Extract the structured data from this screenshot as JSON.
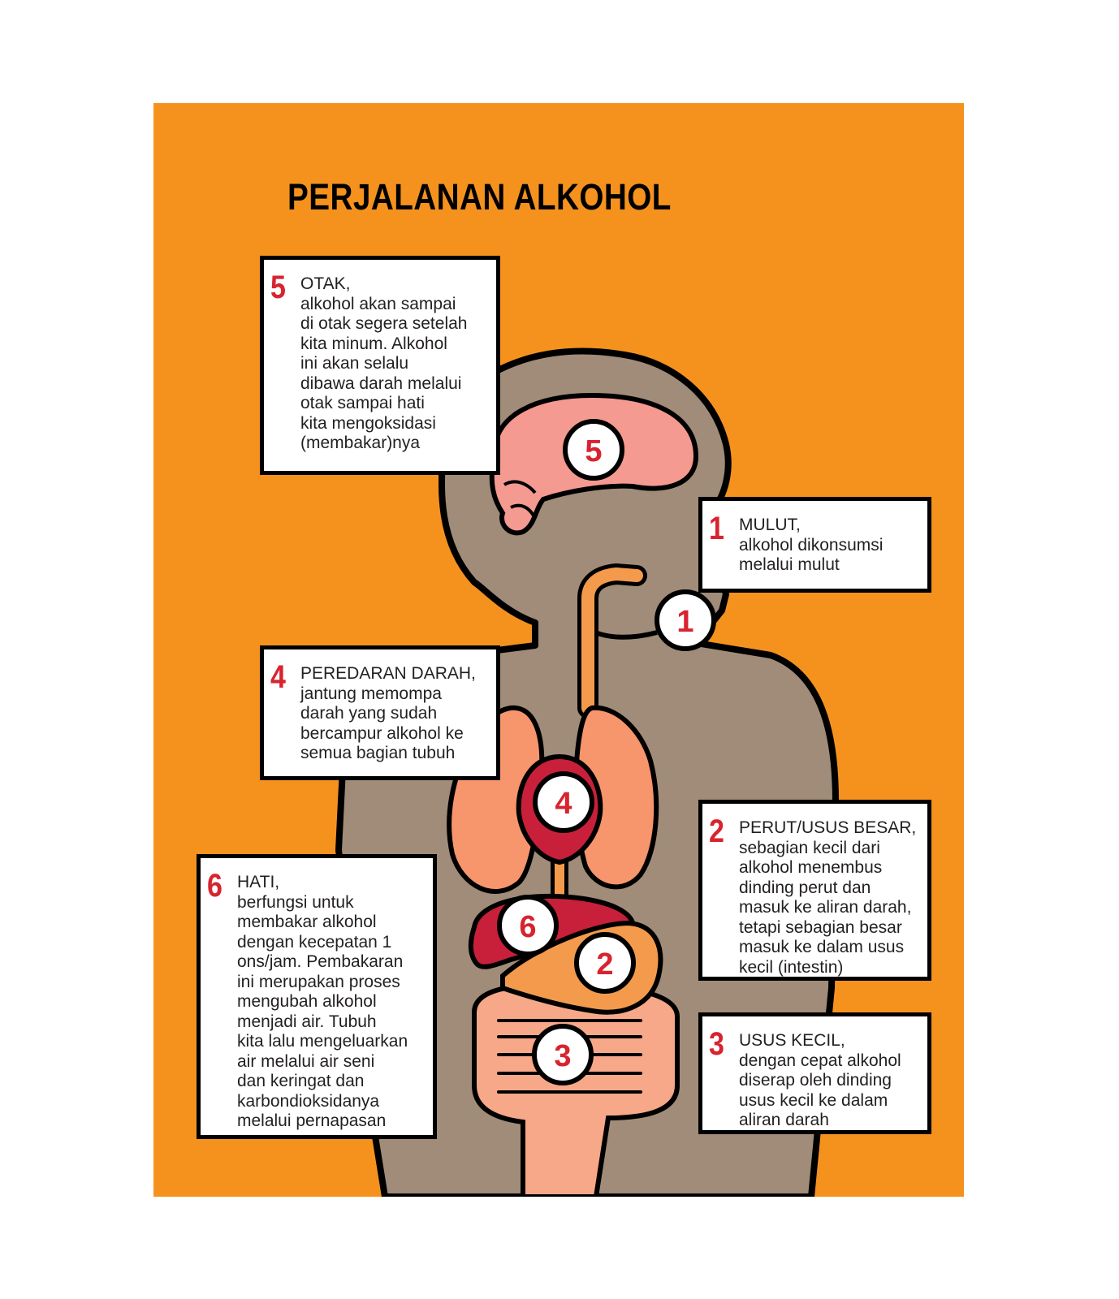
{
  "title": "PERJALANAN ALKOHOL",
  "colors": {
    "background": "#f5921e",
    "body": "#a08c78",
    "brain": "#f49a91",
    "lungs": "#f7956c",
    "heart": "#c8203a",
    "liver": "#c8203a",
    "stomach": "#f49a4c",
    "intestine": "#f6a888",
    "esophagus": "#f49a4c",
    "number": "#d7242f"
  },
  "steps": [
    {
      "number": "1",
      "heading": "MULUT,",
      "text": "alkohol dikonsumsi\nmelalui mulut",
      "organ": "mouth"
    },
    {
      "number": "2",
      "heading": "PERUT/USUS BESAR,",
      "text": "sebagian kecil dari\nalkohol menembus\ndinding perut dan\nmasuk ke aliran darah,\ntetapi sebagian besar\nmasuk ke dalam usus\nkecil (intestin)",
      "organ": "stomach"
    },
    {
      "number": "3",
      "heading": "USUS KECIL,",
      "text": "dengan cepat alkohol\ndiserap oleh dinding\nusus kecil ke dalam\naliran darah",
      "organ": "small-intestine"
    },
    {
      "number": "4",
      "heading": "PEREDARAN DARAH,",
      "text": "jantung memompa\ndarah yang sudah\nbercampur alkohol ke\nsemua bagian tubuh",
      "organ": "heart"
    },
    {
      "number": "5",
      "heading": "OTAK,",
      "text": "alkohol akan sampai\ndi otak segera setelah\nkita minum. Alkohol\nini akan selalu\ndibawa darah melalui\notak sampai hati\nkita mengoksidasi\n(membakar)nya",
      "organ": "brain"
    },
    {
      "number": "6",
      "heading": "HATI,",
      "text": "berfungsi untuk\nmembakar alkohol\ndengan kecepatan 1\nons/jam. Pembakaran\nini merupakan proses\nmengubah alkohol\nmenjadi air. Tubuh\nkita lalu mengeluarkan\nair melalui air seni\ndan keringat dan\nkarbondioksidanya\nmelalui pernapasan",
      "organ": "liver"
    }
  ]
}
